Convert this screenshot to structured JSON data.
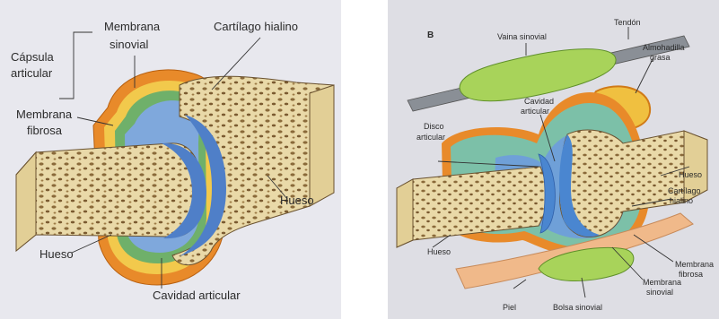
{
  "panel_a": {
    "labels": {
      "capsula": [
        "Cápsula",
        "articular"
      ],
      "membrana_sinovial": [
        "Membrana",
        "sinovial"
      ],
      "cartilago": "Cartílago hialino",
      "membrana_fibrosa": [
        "Membrana",
        "fibrosa"
      ],
      "hueso_right": "Hueso",
      "hueso_left": "Hueso",
      "cavidad": "Cavidad articular"
    }
  },
  "panel_b": {
    "letter": "B",
    "labels": {
      "vaina": "Vaina sinovial",
      "tendon": "Tendón",
      "almohadilla": [
        "Almohadilla",
        "grasa"
      ],
      "cavidad": [
        "Cavidad",
        "articular"
      ],
      "disco": [
        "Disco",
        "articular"
      ],
      "hueso_right": "Hueso",
      "cartilago": [
        "Cartílago",
        "hialino"
      ],
      "hueso_left": "Hueso",
      "membrana_fibrosa": [
        "Membrana",
        "fibrosa"
      ],
      "membrana_sinovial": [
        "Membrana",
        "sinovial"
      ],
      "piel": "Piel",
      "bolsa": "Bolsa sinovial"
    }
  }
}
